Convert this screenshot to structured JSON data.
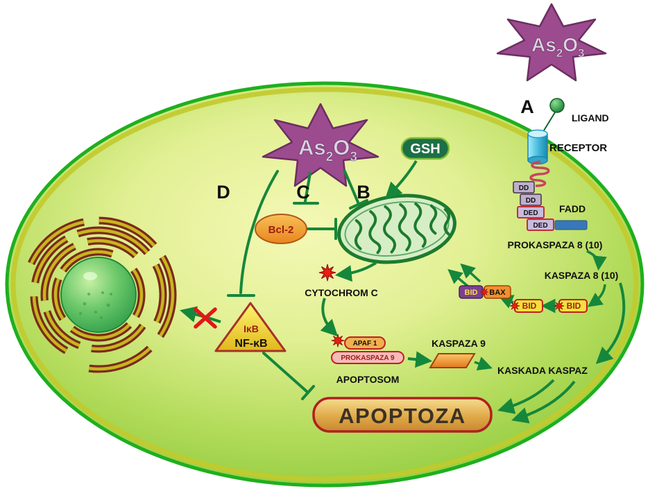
{
  "molecule": {
    "part1": "As",
    "sub1": "2",
    "part2": "O",
    "sub2": "3"
  },
  "pathway_labels": {
    "a": "A",
    "b": "B",
    "c": "C",
    "d": "D"
  },
  "receptor_complex": {
    "ligand": "LIGAND",
    "receptor": "RECEPTOR",
    "dd": "DD",
    "ded": "DED",
    "fadd": "FADD"
  },
  "labels": {
    "gsh": "GSH",
    "bcl2": "Bcl-2",
    "prokaspaza8": "PROKASPAZA 8 (10)",
    "kaspaza8": "KASPAZA 8 (10)",
    "bid": "BID",
    "bax": "BAX",
    "cytochrom_c": "CYTOCHROM C",
    "apaf1": "APAF 1",
    "prokaspaza9": "PROKASPAZA 9",
    "apoptosom": "APOPTOSOM",
    "kaspaza9": "KASPAZA 9",
    "kaskada_kaspaz": "KASKADA KASPAZ",
    "ikb": "IκB",
    "nfkb": "NF-κB",
    "apoptoza": "APOPTOZA"
  },
  "colors": {
    "cell_border_green": "#1faf1f",
    "cell_inner_ring": "#c2ca2c",
    "cell_fill_light": "#f4f8b6",
    "cell_fill_dark": "#7ec230",
    "star_purple": "#9c4b8e",
    "arrow_green": "#15873b",
    "gsh_badge_green": "#1d6f45",
    "bcl2_orange": "#f09a28",
    "triangle_yellow": "#f5e03c",
    "apoptoza_gold": "#e0aa48",
    "apoptoza_border_red": "#b02020",
    "inhibit_x_red": "#e01818",
    "receptor_cyan": "#48bede",
    "mito_fill": "#d6eec6",
    "mito_stroke": "#1d7a2e",
    "nucleus_green": "#46b556",
    "er_maroon": "#7a2a1a",
    "er_olive": "#c9b41e",
    "bid_badge_yellow": "#f5e03c",
    "bax_orange": "#f09030",
    "bid_purple": "#7d3f92",
    "fadd_bar_blue": "#3878b8",
    "burst_red": "#e82010"
  }
}
